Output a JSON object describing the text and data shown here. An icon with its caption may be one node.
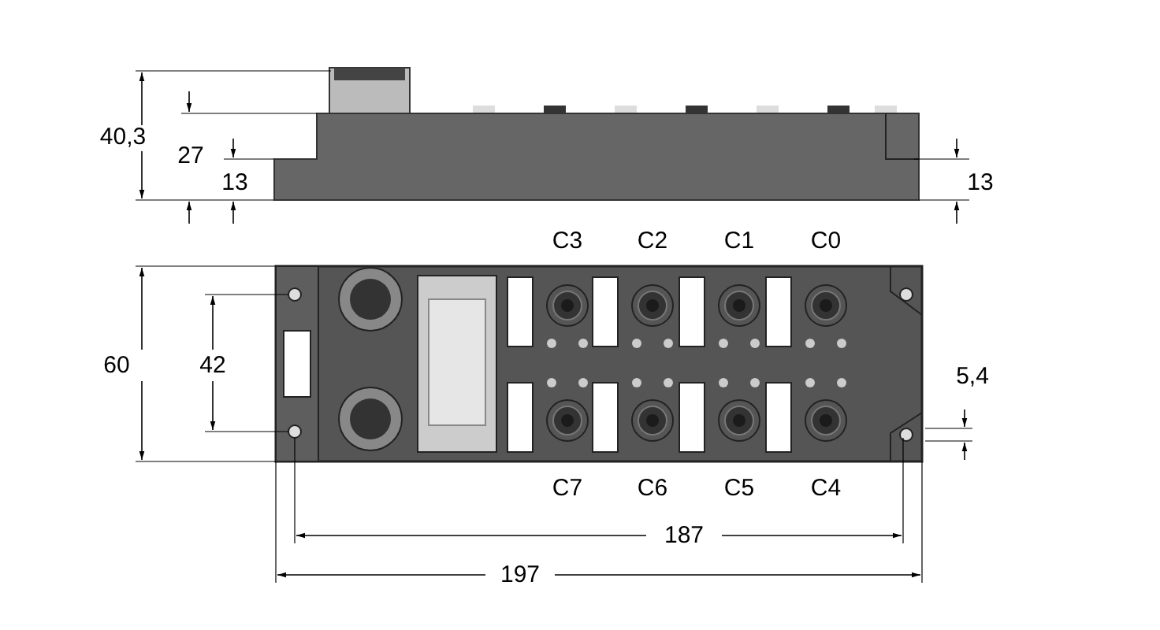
{
  "diagram": {
    "labels": [
      "40,3",
      "27",
      "13",
      "13",
      "C3",
      "C2",
      "C1",
      "C0",
      "60",
      "42",
      "5,4",
      "C7",
      "C6",
      "C5",
      "C4",
      "187",
      "197"
    ]
  }
}
